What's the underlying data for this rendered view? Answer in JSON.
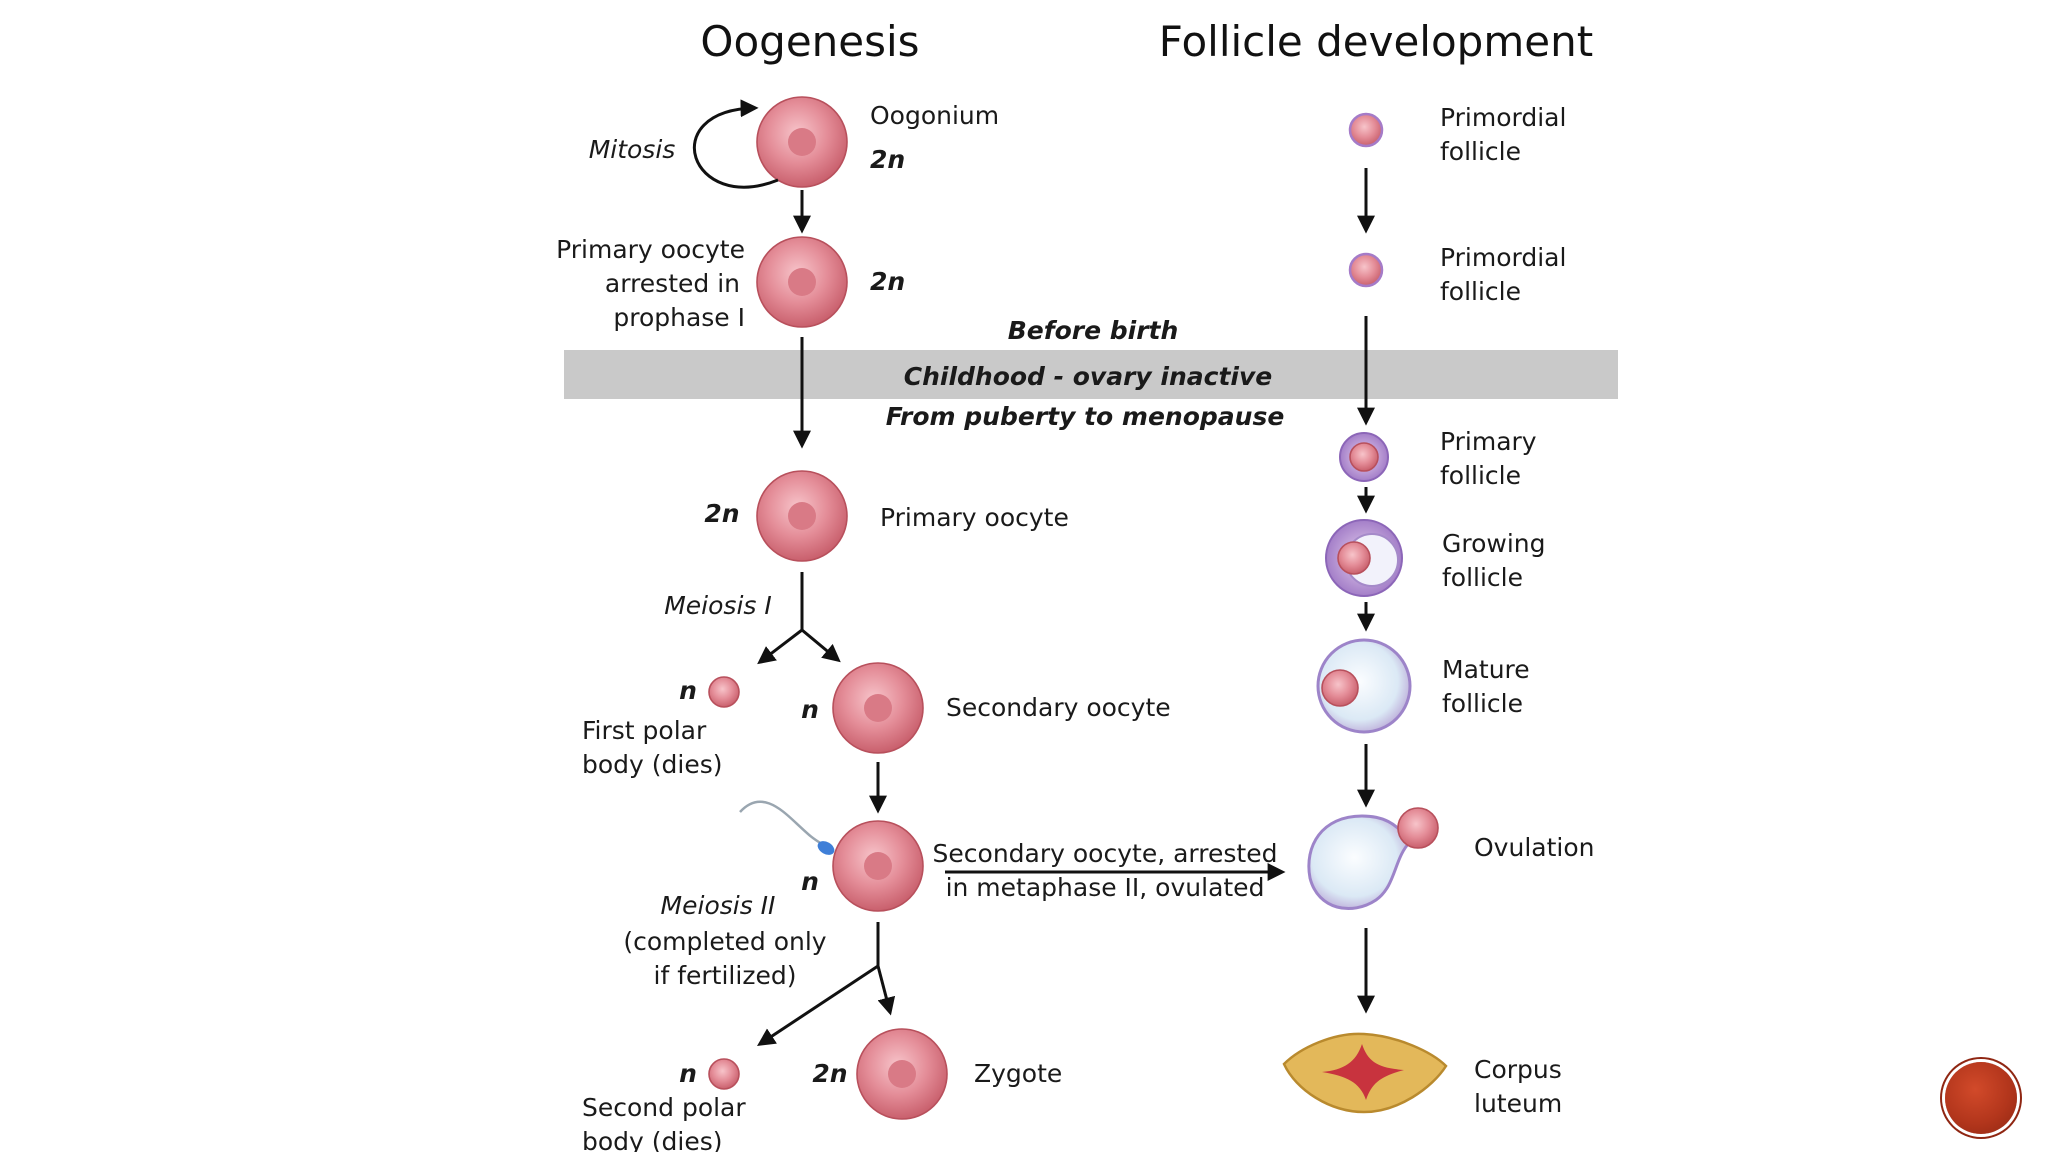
{
  "headings": {
    "oogenesis": "Oogenesis",
    "follicle": "Follicle development"
  },
  "oogenesis": {
    "mitosis": "Mitosis",
    "oogonium": "Oogonium",
    "ploidy_2n": "2n",
    "ploidy_n": "n",
    "primary_arrested": [
      "Primary oocyte",
      "arrested in",
      "prophase I"
    ],
    "primary_oocyte": "Primary oocyte",
    "meiosis_1": "Meiosis I",
    "first_polar": [
      "First polar",
      "body (dies)"
    ],
    "secondary_oocyte": "Secondary oocyte",
    "secondary_arrested": [
      "Secondary oocyte, arrested",
      "in metaphase II, ovulated"
    ],
    "meiosis_2": [
      "Meiosis II",
      "(completed only",
      "if fertilized)"
    ],
    "second_polar": [
      "Second polar",
      "body (dies)"
    ],
    "zygote": "Zygote"
  },
  "band": {
    "before_birth": "Before birth",
    "childhood": "Childhood -  ovary inactive",
    "puberty": "From puberty to menopause"
  },
  "follicle": {
    "primordial_1": [
      "Primordial",
      "follicle"
    ],
    "primordial_2": [
      "Primordial",
      "follicle"
    ],
    "primary": [
      "Primary",
      "follicle"
    ],
    "growing": [
      "Growing",
      "follicle"
    ],
    "mature": [
      "Mature",
      "follicle"
    ],
    "ovulation": "Ovulation",
    "corpus": [
      "Corpus",
      "luteum"
    ]
  },
  "colors": {
    "band": "#c9c9c9",
    "cell": "#e08a95",
    "accent_badge": "#b3361c"
  }
}
